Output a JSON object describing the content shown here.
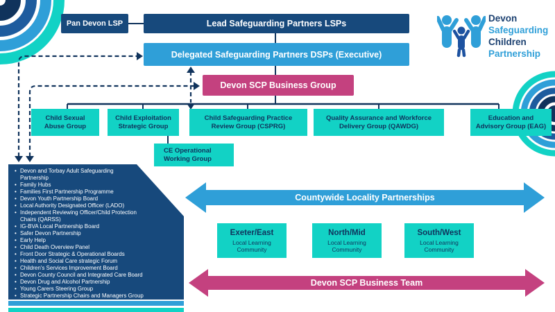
{
  "colors": {
    "navy_box": "#17497C",
    "dark_navy_lines": "#10335C",
    "medium_blue_arc": "#1E5C9E",
    "light_blue": "#2F9FD8",
    "teal": "#12D2C5",
    "pink": "#C4417F",
    "text_on_boxes": "#FFFFFF"
  },
  "logo": {
    "icon": "three-figures-family-icon",
    "line1": "Devon",
    "line2": "Safeguarding",
    "line3": "Children",
    "line4": "Partnership"
  },
  "org_chart": {
    "pan_devon": "Pan Devon LSP",
    "lead_partners": "Lead Safeguarding Partners LSPs",
    "delegated_partners": "Delegated Safeguarding Partners DSPs (Executive)",
    "business_group": "Devon SCP Business Group",
    "groups": [
      "Child Sexual\nAbuse Group",
      "Child Exploitation\nStrategic Group",
      "Child Safeguarding Practice\nReview Group (CSPRG)",
      "Quality Assurance and Workforce\nDelivery Group (QAWDG)",
      "Education and\nAdvisory Group (EAG)"
    ],
    "ce_operational": "CE Operational\nWorking Group"
  },
  "partnership_list": {
    "items": [
      "Devon and Torbay Adult Safeguarding\nPartnership",
      "Family Hubs",
      "Families First Partnership Programme",
      "Devon Youth Partnership Board",
      "Local Authority Designated Officer (LADO)",
      "Independent Reviewing Officer/Child Protection\nChairs (QARSS)",
      "IG-BVA Local Partnership Board",
      "Safer Devon Partnership",
      "Early Help",
      "Child Death Overview Panel",
      "Front Door Strategic & Operational Boards",
      "Health and Social Care strategic Forum",
      "Children's Services Improvement Board",
      "Devon County Council and Integrated Care Board",
      "Devon Drug and Alcohol Partnership",
      "Young Carers Steering Group",
      "Strategic Partnership Chairs and Managers Group"
    ]
  },
  "countywide_arrow_label": "Countywide Locality Partnerships",
  "localities": [
    {
      "name": "Exeter/East",
      "sub": "Local Learning\nCommunity"
    },
    {
      "name": "North/Mid",
      "sub": "Local Learning\nCommunity"
    },
    {
      "name": "South/West",
      "sub": "Local Learning\nCommunity"
    }
  ],
  "business_team_arrow_label": "Devon SCP Business Team"
}
